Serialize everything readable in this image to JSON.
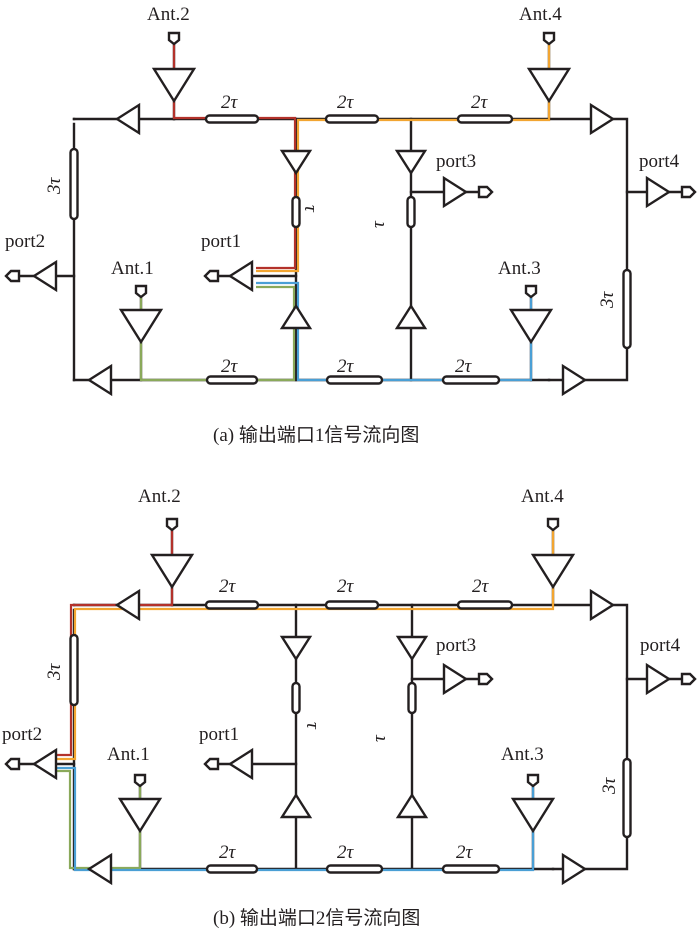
{
  "figure": {
    "colors": {
      "ant1": "#8aa95a",
      "ant2": "#b3322b",
      "ant3": "#4a9fd5",
      "ant4": "#f2a531",
      "line": "#231f20"
    },
    "panels": [
      {
        "id": "a",
        "caption": "(a) 输出端口1信号流向图",
        "output_port": "port1",
        "labels": {
          "ant1": "Ant.1",
          "ant2": "Ant.2",
          "ant3": "Ant.3",
          "ant4": "Ant.4",
          "port1": "port1",
          "port2": "port2",
          "port3": "port3",
          "port4": "port4",
          "delay_top_1": "2τ",
          "delay_top_2": "2τ",
          "delay_top_3": "2τ",
          "delay_bot_1": "2τ",
          "delay_bot_2": "2τ",
          "delay_bot_3": "2τ",
          "delay_left": "3τ",
          "delay_right": "3τ",
          "delay_mid_1": "τ",
          "delay_mid_2": "τ"
        }
      },
      {
        "id": "b",
        "caption": "(b) 输出端口2信号流向图",
        "output_port": "port2",
        "labels": {
          "ant1": "Ant.1",
          "ant2": "Ant.2",
          "ant3": "Ant.3",
          "ant4": "Ant.4",
          "port1": "port1",
          "port2": "port2",
          "port3": "port3",
          "port4": "port4",
          "delay_top_1": "2τ",
          "delay_top_2": "2τ",
          "delay_top_3": "2τ",
          "delay_bot_1": "2τ",
          "delay_bot_2": "2τ",
          "delay_bot_3": "2τ",
          "delay_left": "3τ",
          "delay_right": "3τ",
          "delay_mid_1": "τ",
          "delay_mid_2": "τ"
        }
      }
    ]
  }
}
